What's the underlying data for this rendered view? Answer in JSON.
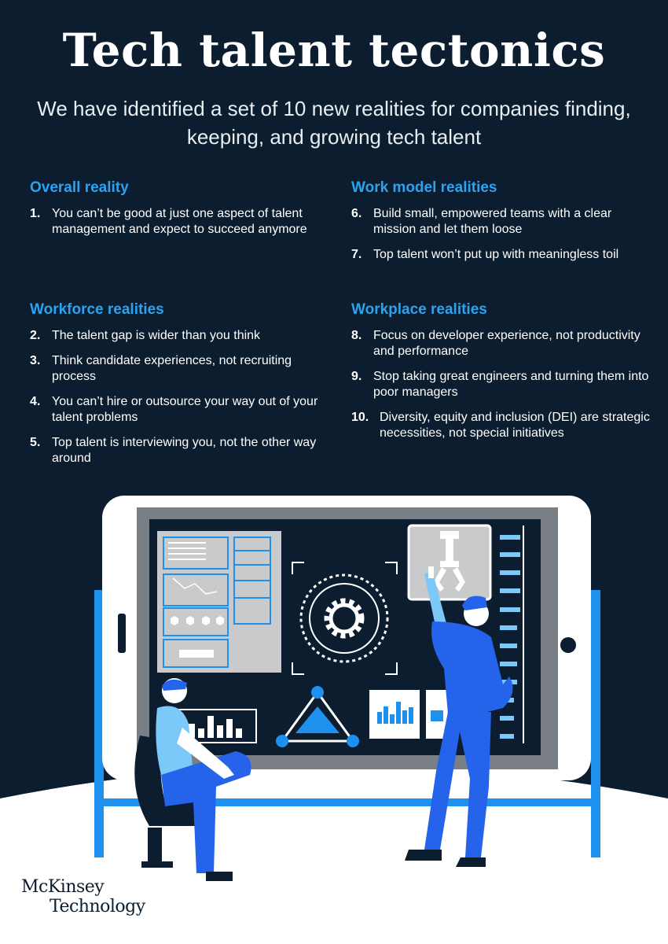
{
  "title": "Tech talent tectonics",
  "subtitle": "We have identified a set of 10 new realities for companies finding, keeping, and growing tech talent",
  "sections": {
    "overall": {
      "heading": "Overall reality",
      "items": [
        {
          "num": "1.",
          "text": "You can’t be good at just one aspect of talent management and expect to succeed anymore"
        }
      ]
    },
    "workforce": {
      "heading": "Workforce realities",
      "items": [
        {
          "num": "2.",
          "text": "The talent gap is wider than you think"
        },
        {
          "num": "3.",
          "text": "Think candidate experiences, not recruiting process"
        },
        {
          "num": "4.",
          "text": "You can’t hire or outsource your way out of your talent problems"
        },
        {
          "num": "5.",
          "text": "Top talent is interviewing you, not the other way around"
        }
      ]
    },
    "work_model": {
      "heading": "Work model realities",
      "items": [
        {
          "num": "6.",
          "text": "Build small, empowered teams with a clear mission and let them loose"
        },
        {
          "num": "7.",
          "text": "Top talent won’t put up with meaningless toil"
        }
      ]
    },
    "workplace": {
      "heading": "Workplace realities",
      "items": [
        {
          "num": "8.",
          "text": "Focus on developer experience, not productivity and performance"
        },
        {
          "num": "9.",
          "text": "Stop taking great engineers and turning them into poor managers"
        },
        {
          "num": "10.",
          "text": "Diversity, equity and inclusion (DEI) are strategic necessities, not special initiatives"
        }
      ]
    }
  },
  "logo": {
    "line1": "McKinsey",
    "line2": "Technology"
  },
  "colors": {
    "background": "#0b1d2e",
    "accent": "#2ba3f0",
    "figure_blue": "#2563eb",
    "light_blue": "#7cc8f8"
  },
  "illustration": {
    "icons": [
      "tablet-screen",
      "gear-icon",
      "robot-arm-icon",
      "line-chart-icon",
      "bar-chart-icon",
      "network-triangle-icon"
    ],
    "figures": [
      "seated-person",
      "standing-person-pointing"
    ]
  }
}
